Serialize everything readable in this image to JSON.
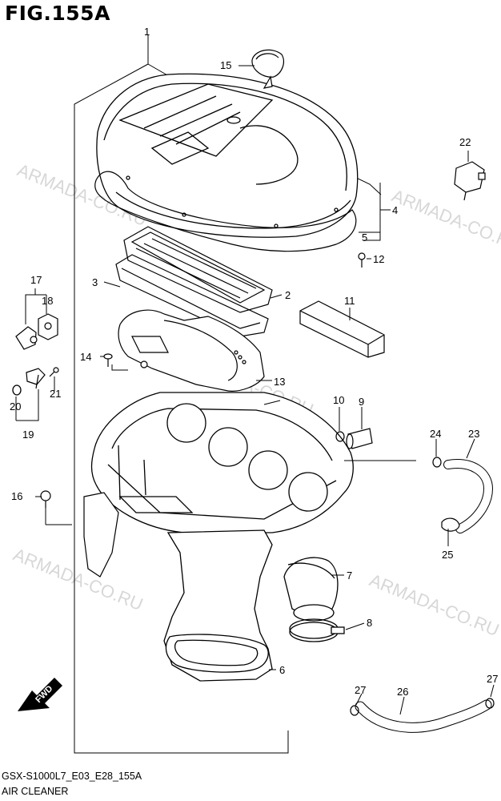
{
  "figure": {
    "title": "FIG.155A",
    "code": "GSX-S1000L7_E03_E28_155A",
    "name": "AIR CLEANER"
  },
  "watermark": "ARMADA-CO.RU",
  "fwd_label": "FWD",
  "callouts": [
    "1",
    "2",
    "3",
    "4",
    "5",
    "6",
    "7",
    "8",
    "9",
    "10",
    "11",
    "12",
    "13",
    "14",
    "15",
    "16",
    "17",
    "18",
    "19",
    "20",
    "21",
    "22",
    "23",
    "24",
    "25",
    "26",
    "27"
  ],
  "icons": [
    "fwd-arrow-icon"
  ]
}
